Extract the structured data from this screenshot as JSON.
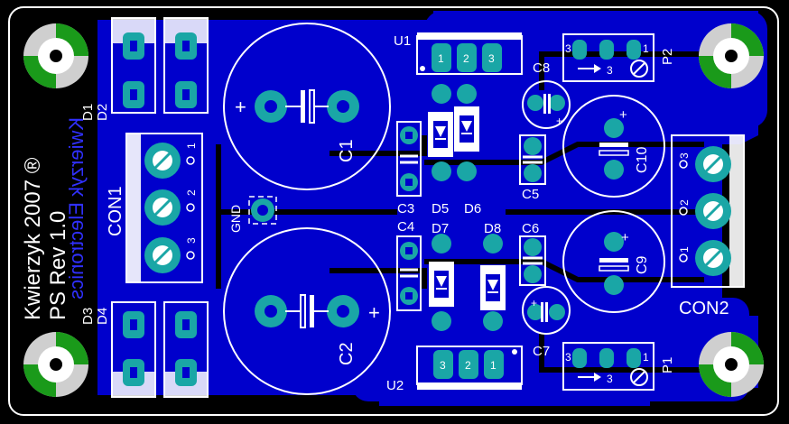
{
  "board": {
    "author": "Kwierzyk 2007 ®",
    "revision": "PS Rev 1.0",
    "mirrored_text": "Kwierzyk Electronics",
    "colors": {
      "background": "#000000",
      "copper": "#0000cc",
      "pad": "#1aa6a6",
      "silk": "#ffffff",
      "ring_green": "#1a9a1a",
      "ring_grey": "#cfcfcf"
    }
  },
  "labels": {
    "u1": "U1",
    "u2": "U2",
    "c1": "C1",
    "c2": "C2",
    "c3": "C3",
    "c4": "C4",
    "c5": "C5",
    "c6": "C6",
    "c7": "C7",
    "c8": "C8",
    "c9": "C9",
    "c10": "C10",
    "d1": "D1",
    "d2": "D2",
    "d3": "D3",
    "d4": "D4",
    "d5": "D5",
    "d6": "D6",
    "d7": "D7",
    "d8": "D8",
    "con1": "CON1",
    "con2": "CON2",
    "p1": "P1",
    "p2": "P2",
    "gnd": "GND"
  },
  "pins": {
    "u1": [
      "1",
      "2",
      "3"
    ],
    "u2": [
      "3",
      "2",
      "1"
    ],
    "con1": [
      "1",
      "2",
      "3"
    ],
    "con2": [
      "3",
      "2",
      "1"
    ],
    "p1": [
      "3",
      "1"
    ],
    "p2": [
      "3",
      "1"
    ],
    "p1_wiper": "3",
    "p2_wiper": "3"
  },
  "polarity": {
    "plus": "+"
  }
}
